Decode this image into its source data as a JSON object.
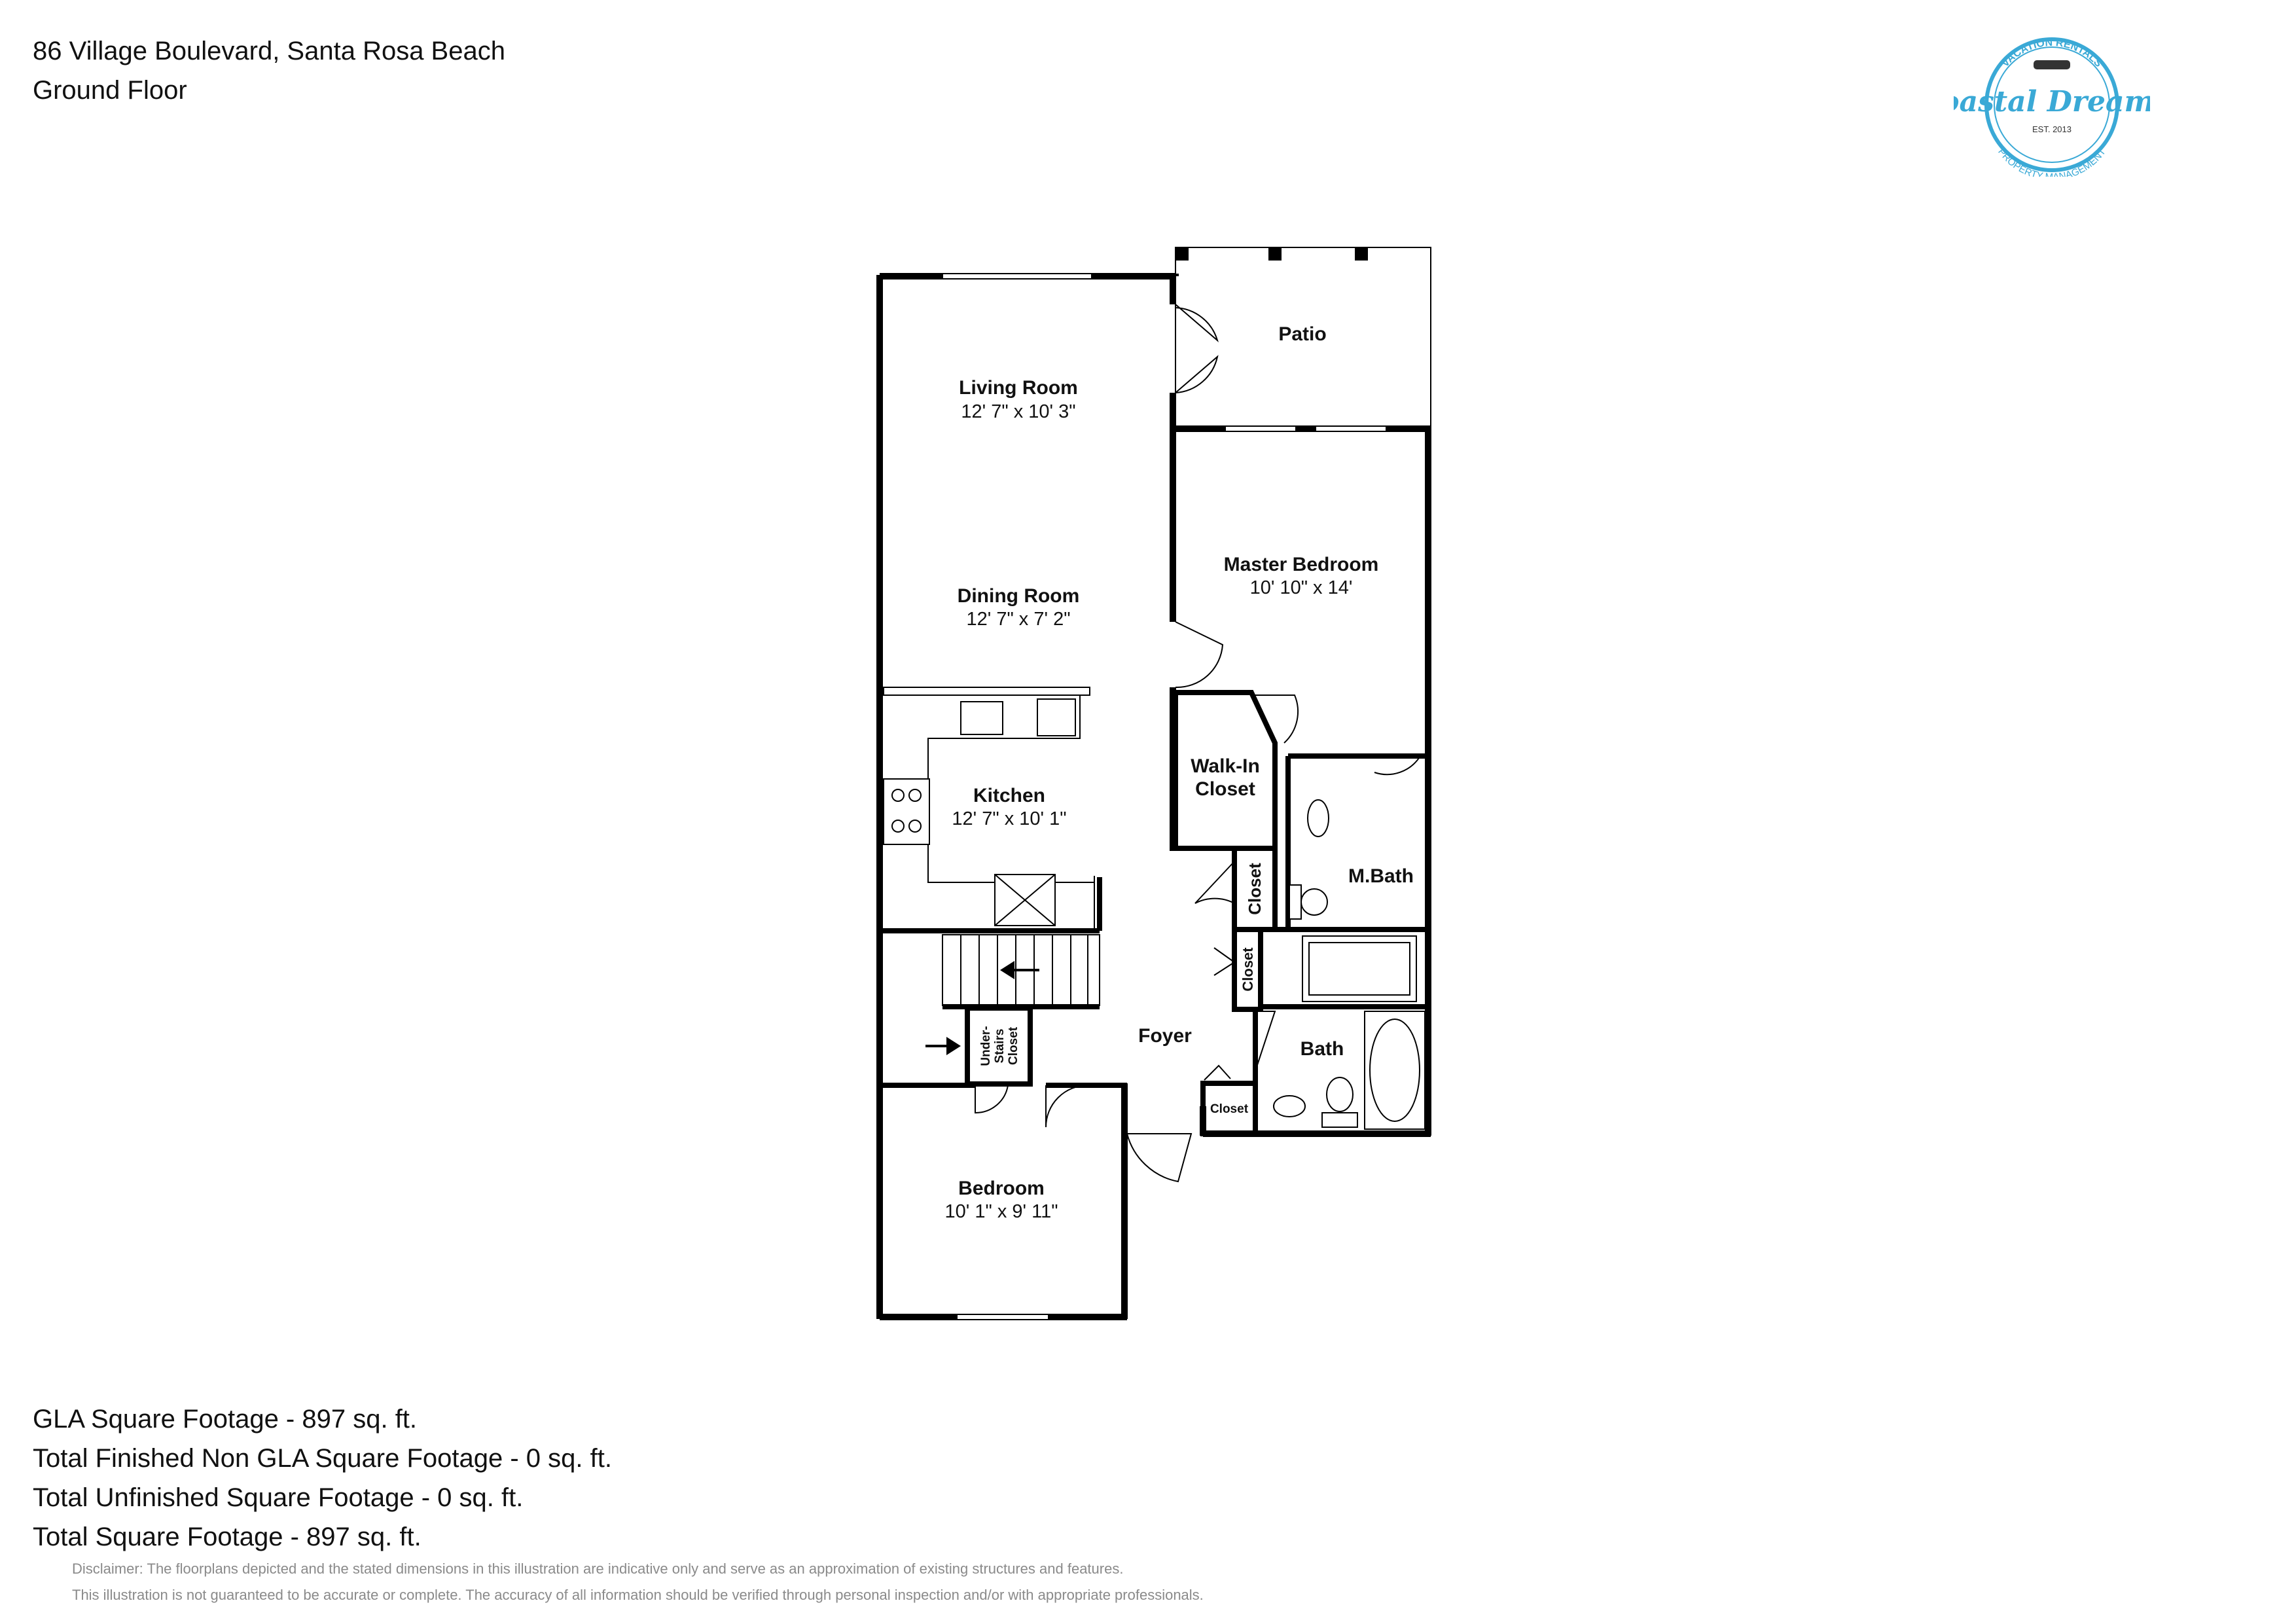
{
  "header": {
    "address": "86 Village Boulevard, Santa Rosa Beach",
    "floor": "Ground Floor"
  },
  "logo": {
    "top_text": "VACATION RENTALS",
    "brand": "Coastal Dreamin",
    "est": "EST. 2013",
    "bottom_text": "PROPERTY MANAGEMENT",
    "color": "#3aa9d6"
  },
  "rooms": {
    "patio": {
      "name": "Patio"
    },
    "living": {
      "name": "Living Room",
      "dims": "12' 7\" x 10' 3\""
    },
    "dining": {
      "name": "Dining Room",
      "dims": "12' 7\" x 7' 2\""
    },
    "kitchen": {
      "name": "Kitchen",
      "dims": "12' 7\" x 10' 1\""
    },
    "master": {
      "name": "Master Bedroom",
      "dims": "10' 10\" x 14'"
    },
    "walkin": {
      "line1": "Walk-In",
      "line2": "Closet"
    },
    "mbath": {
      "name": "M.Bath"
    },
    "closet1": {
      "name": "Closet"
    },
    "closet2": {
      "name": "Closet"
    },
    "closet3": {
      "name": "Closet"
    },
    "understairs": {
      "line1": "Under-",
      "line2": "Stairs",
      "line3": "Closet"
    },
    "foyer": {
      "name": "Foyer"
    },
    "bath": {
      "name": "Bath"
    },
    "bedroom": {
      "name": "Bedroom",
      "dims": "10' 1\" x 9' 11\""
    }
  },
  "footage": {
    "gla": "GLA Square Footage - 897 sq. ft.",
    "non_gla": "Total Finished Non GLA Square Footage - 0 sq. ft.",
    "unfinished": "Total Unfinished Square Footage - 0 sq. ft.",
    "total": "Total Square Footage - 897 sq. ft."
  },
  "disclaimer": {
    "line1": "Disclaimer: The floorplans depicted and the stated dimensions in this illustration are indicative only and serve as an approximation of existing structures and features.",
    "line2": "This illustration is not guaranteed to be accurate or complete. The accuracy of all information should be verified through personal inspection and/or with appropriate professionals."
  }
}
